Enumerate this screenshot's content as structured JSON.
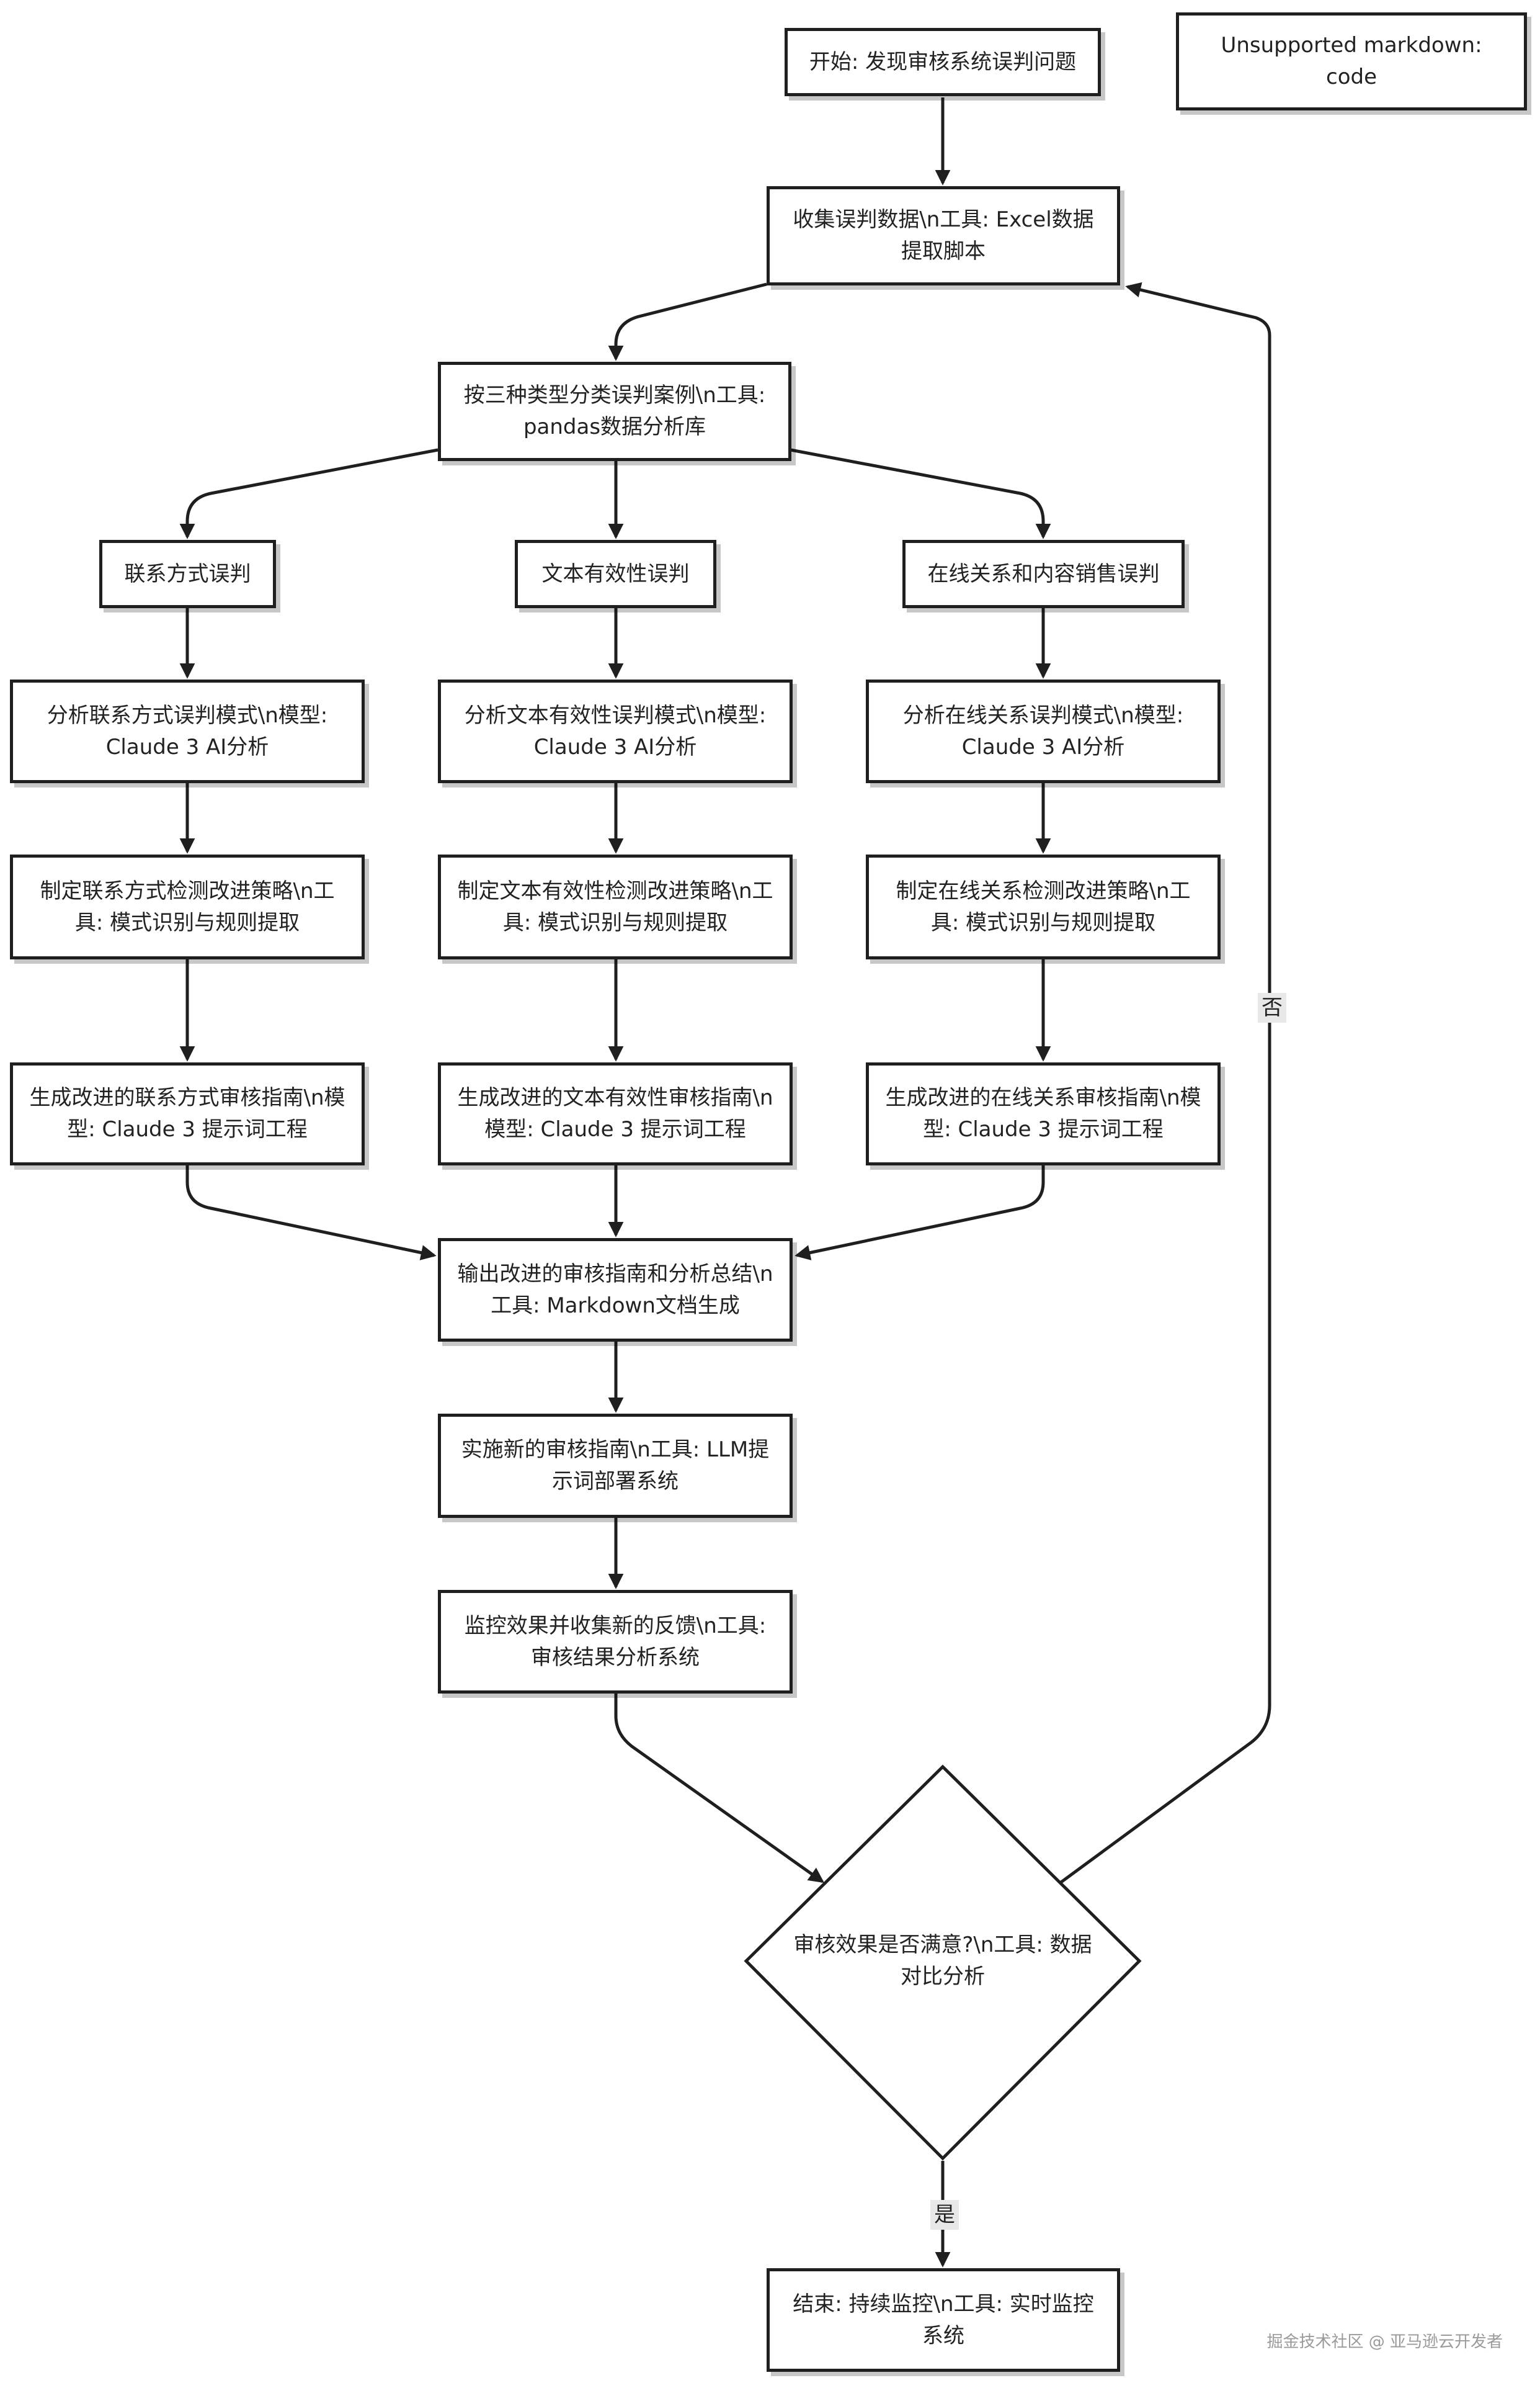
{
  "nodes": {
    "start": "开始: 发现审核系统误判问题",
    "unsupported": "Unsupported markdown: code",
    "collect": "收集误判数据\\n工具: Excel数据提取脚本",
    "classify": "按三种类型分类误判案例\\n工具: pandas数据分析库",
    "cat_contact": "联系方式误判",
    "cat_text": "文本有效性误判",
    "cat_online": "在线关系和内容销售误判",
    "analyze_contact": "分析联系方式误判模式\\n模型: Claude 3 AI分析",
    "analyze_text": "分析文本有效性误判模式\\n模型: Claude 3 AI分析",
    "analyze_online": "分析在线关系误判模式\\n模型: Claude 3 AI分析",
    "strategy_contact": "制定联系方式检测改进策略\\n工具: 模式识别与规则提取",
    "strategy_text": "制定文本有效性检测改进策略\\n工具: 模式识别与规则提取",
    "strategy_online": "制定在线关系检测改进策略\\n工具: 模式识别与规则提取",
    "guide_contact": "生成改进的联系方式审核指南\\n模型: Claude 3 提示词工程",
    "guide_text": "生成改进的文本有效性审核指南\\n模型: Claude 3 提示词工程",
    "guide_online": "生成改进的在线关系审核指南\\n模型: Claude 3 提示词工程",
    "output": "输出改进的审核指南和分析总结\\n工具: Markdown文档生成",
    "implement": "实施新的审核指南\\n工具: LLM提示词部署系统",
    "monitor": "监控效果并收集新的反馈\\n工具: 审核结果分析系统",
    "decision": "审核效果是否满意?\\n工具: 数据对比分析",
    "end": "结束: 持续监控\\n工具: 实时监控系统"
  },
  "edge_labels": {
    "no": "否",
    "yes": "是"
  },
  "watermark": "掘金技术社区 @ 亚马逊云开发者",
  "colors": {
    "stroke": "#1f1f1f",
    "background": "#ffffff",
    "edge_label_bg": "#e8e8e8"
  }
}
